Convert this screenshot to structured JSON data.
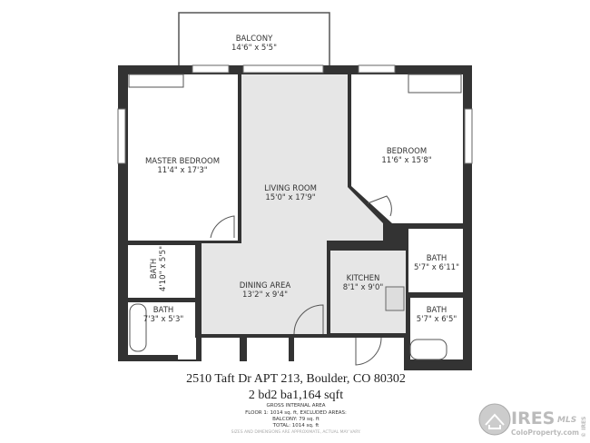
{
  "rooms": [
    {
      "name": "BALCONY",
      "dims": "14'6\" x 5'5\""
    },
    {
      "name": "MASTER BEDROOM",
      "dims": "11'4\" x 17'3\""
    },
    {
      "name": "LIVING ROOM",
      "dims": "15'0\" x 17'9\""
    },
    {
      "name": "BEDROOM",
      "dims": "11'6\" x 15'8\""
    },
    {
      "name": "BATH",
      "dims": "4'10\" x 5'5\""
    },
    {
      "name": "DINING AREA",
      "dims": "13'2\" x 9'4\""
    },
    {
      "name": "KITCHEN",
      "dims": "8'1\" x 9'0\""
    },
    {
      "name": "BATH",
      "dims": "5'7\" x 6'11\""
    },
    {
      "name": "BATH",
      "dims": "7'3\" x 5'3\""
    },
    {
      "name": "BATH",
      "dims": "5'7\" x 6'5\""
    }
  ],
  "footer": {
    "address": "2510 Taft Dr APT 213, Boulder, CO 80302",
    "summary": "2 bd2 ba1,164 sqft",
    "area_title": "GROSS INTERNAL AREA",
    "floor1": "FLOOR 1: 1014 sq. ft, EXCLUDED AREAS:",
    "balcony": "BALCONY: 79 sq. ft",
    "total": "TOTAL: 1014 sq. ft",
    "disclaimer": "SIZES AND DIMENSIONS ARE APPROXIMATE, ACTUAL MAY VARY."
  },
  "logo": {
    "brand": "IRES",
    "mls": "MLS",
    "site": "ColoProperty.com",
    "side": "© IRES"
  },
  "colors": {
    "wall": "#333333",
    "floor_gray": "#e6e6e6",
    "room_white": "#ffffff"
  }
}
